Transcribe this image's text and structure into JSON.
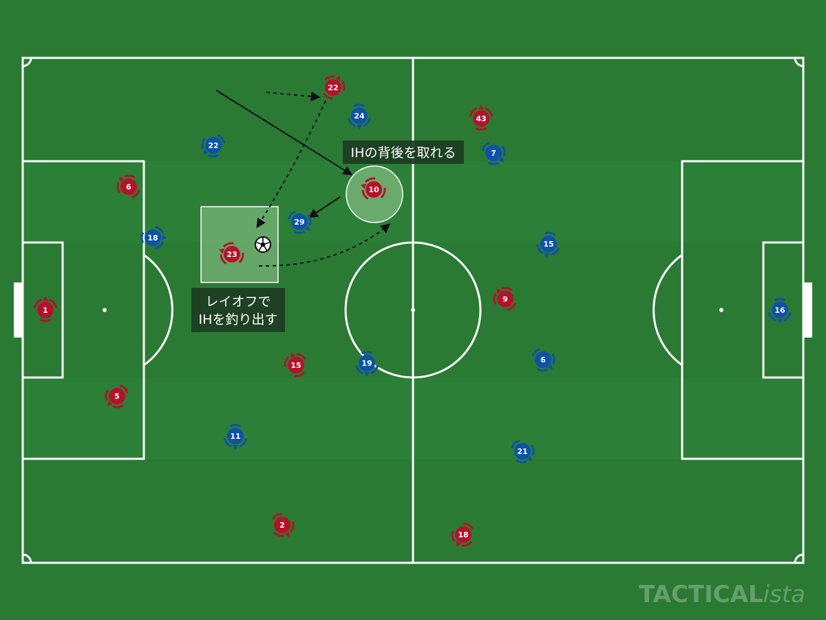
{
  "colors": {
    "grass": "#2a7a34",
    "stripe": "#2f8a3c",
    "line": "#ffffff",
    "team_red": "#b5122a",
    "team_blue": "#0e52a8",
    "label_bg": "#1d3b22",
    "zone_fill": "#9fd09a",
    "arrow": "#111111"
  },
  "annotations": {
    "ih_behind": "IHの背後を取れる",
    "layoff_line1": "レイオフで",
    "layoff_line2": "IHを釣り出す"
  },
  "ball": {
    "icon": "soccer-ball-icon"
  },
  "players": {
    "red": [
      {
        "number": "1"
      },
      {
        "number": "6"
      },
      {
        "number": "5"
      },
      {
        "number": "23"
      },
      {
        "number": "22"
      },
      {
        "number": "10"
      },
      {
        "number": "15"
      },
      {
        "number": "2"
      },
      {
        "number": "43"
      },
      {
        "number": "9"
      },
      {
        "number": "18"
      }
    ],
    "blue": [
      {
        "number": "16"
      },
      {
        "number": "22"
      },
      {
        "number": "18"
      },
      {
        "number": "24"
      },
      {
        "number": "29"
      },
      {
        "number": "19"
      },
      {
        "number": "11"
      },
      {
        "number": "7"
      },
      {
        "number": "15"
      },
      {
        "number": "6"
      },
      {
        "number": "21"
      }
    ]
  },
  "watermark": {
    "brand_main": "TACTICAL",
    "brand_suffix": "ista"
  }
}
